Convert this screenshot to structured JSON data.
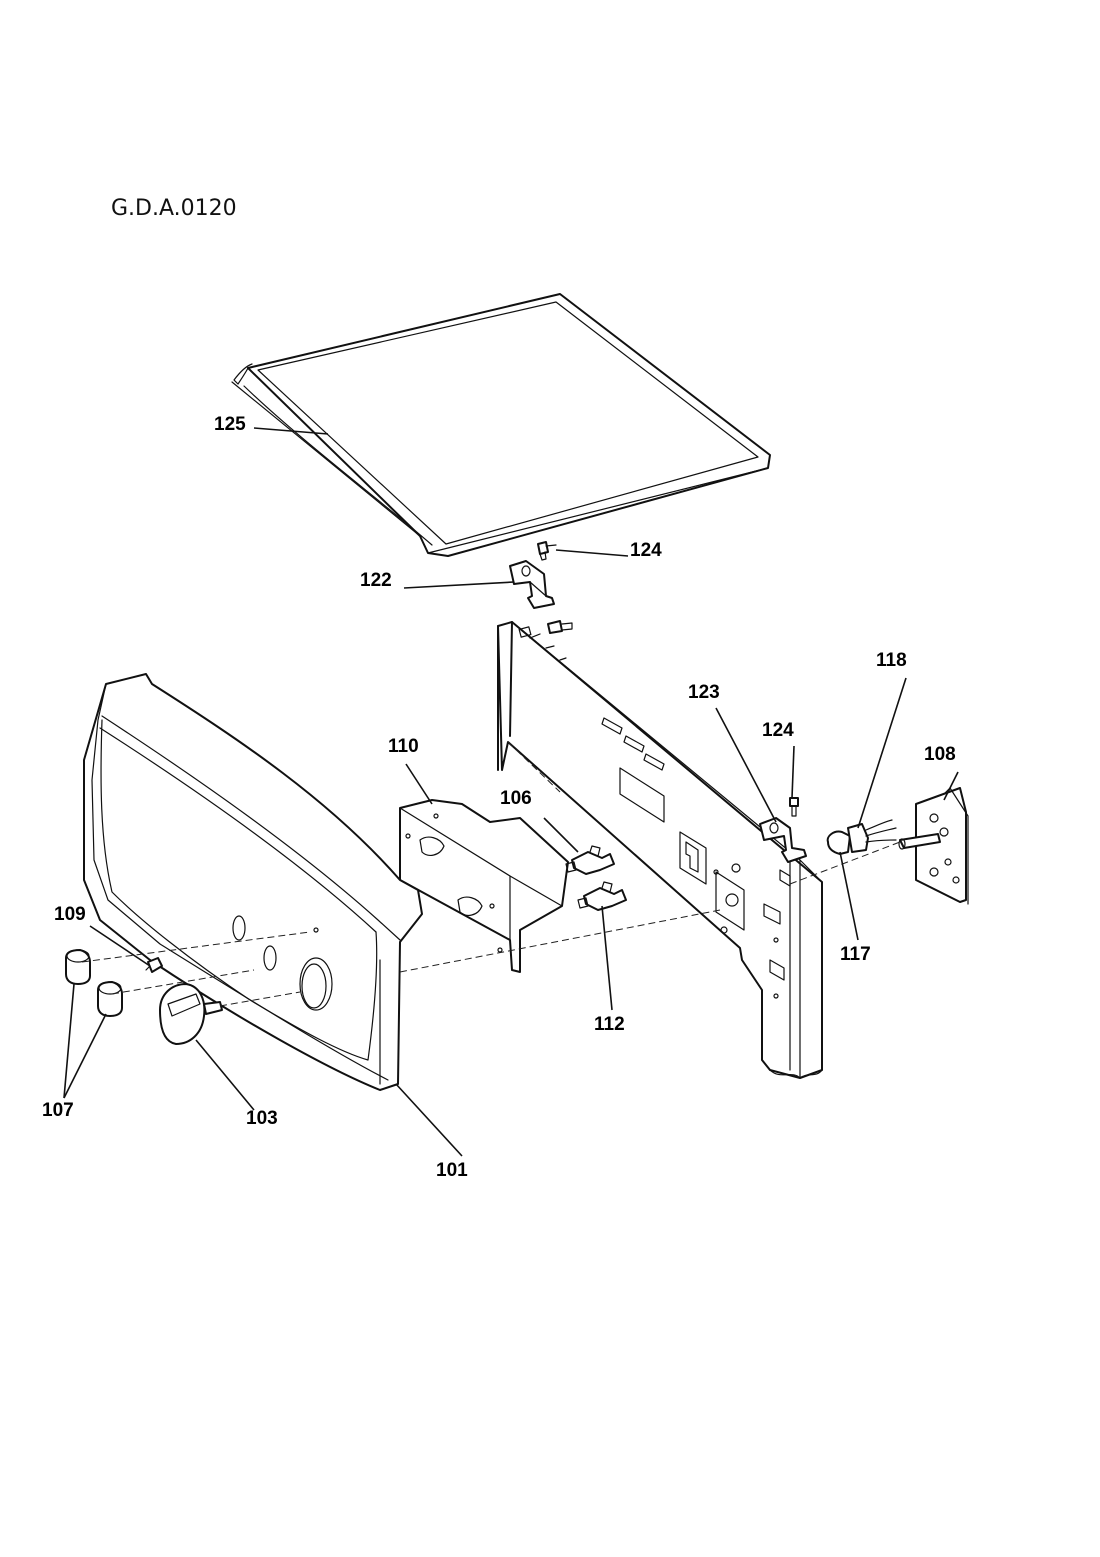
{
  "diagram": {
    "code": "G.D.A.0120",
    "labels": {
      "l125": "125",
      "l124a": "124",
      "l122": "122",
      "l118": "118",
      "l123": "123",
      "l124b": "124",
      "l110": "110",
      "l108": "108",
      "l106": "106",
      "l109": "109",
      "l117": "117",
      "l112": "112",
      "l107": "107",
      "l103": "103",
      "l101": "101"
    }
  }
}
